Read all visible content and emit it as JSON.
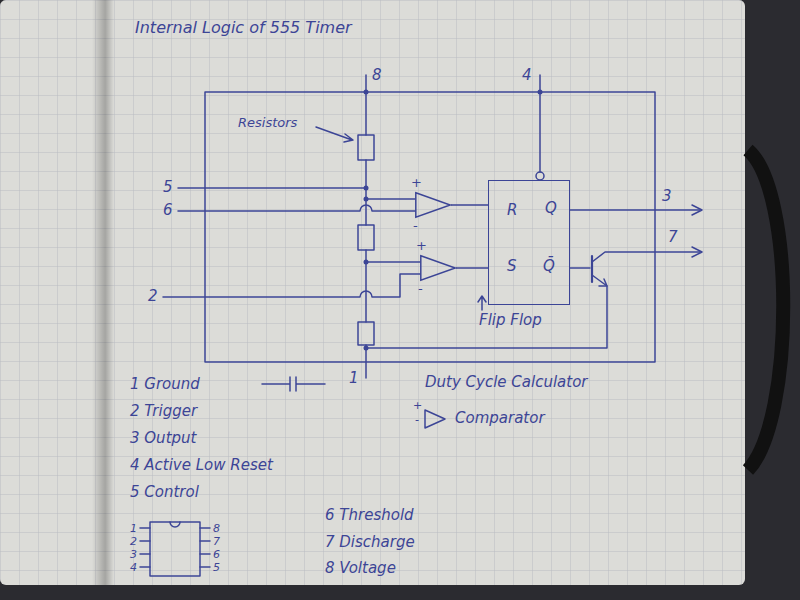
{
  "diagram": {
    "title": "Internal Logic of 555 Timer",
    "nodes": [
      {
        "text": [
          "+",
          "-"
        ]
      },
      {
        "text": [
          "+",
          "-"
        ]
      },
      {
        "text": [
          "R",
          "Q",
          "S",
          "Q̄",
          "Flip Flop"
        ]
      }
    ],
    "edges": [
      {
        "from": 0,
        "to": 2,
        "arrow": "none"
      },
      {
        "from": 1,
        "to": 2,
        "arrow": "none"
      }
    ],
    "labels": [
      "8",
      "4",
      "Resistors",
      "5",
      "6",
      "2",
      "1",
      "3",
      "7",
      "Duty Cycle Calculator",
      "+",
      "-",
      "1 Ground",
      "2 Trigger",
      "3 Output",
      "4 Active Low Reset",
      "5 Control",
      "6 Threshold",
      "7 Discharge",
      "8 Voltage",
      "1",
      "2",
      "3",
      "4",
      "8",
      "7",
      "6",
      "5"
    ],
    "legend": [
      {
        "text": "Comparator"
      }
    ]
  }
}
